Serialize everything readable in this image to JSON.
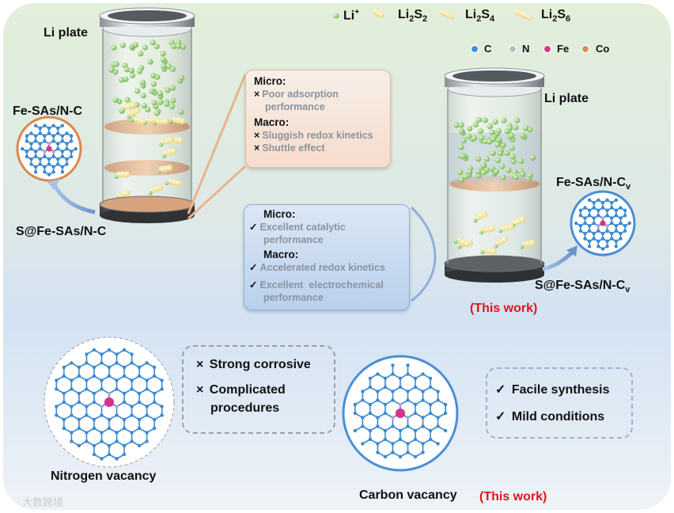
{
  "legend": {
    "li_ion": "Li",
    "li_ion_sup": "+",
    "species": [
      {
        "base": "Li",
        "sub1": "2",
        "mid": "S",
        "sub2": "2"
      },
      {
        "base": "Li",
        "sub1": "2",
        "mid": "S",
        "sub2": "4"
      },
      {
        "base": "Li",
        "sub1": "2",
        "mid": "S",
        "sub2": "6"
      }
    ],
    "atoms": [
      {
        "label": "C",
        "color": "#3a8fd6"
      },
      {
        "label": "N",
        "color": "#b8bcc4"
      },
      {
        "label": "Fe",
        "color": "#d6338a"
      },
      {
        "label": "Co",
        "color": "#d98a4e"
      }
    ]
  },
  "left_cell": {
    "li_plate_label": "Li plate",
    "catalyst_label": "Fe-SAs/N-C",
    "cathode_label": "S@Fe-SAs/N-C",
    "info_box": {
      "micro_title": "Micro:",
      "micro_items": [
        "Poor adsorption",
        "performance"
      ],
      "macro_title": "Macro:",
      "macro_items": [
        "Sluggish redox kinetics",
        "Shuttle effect"
      ]
    }
  },
  "right_cell": {
    "li_plate_label": "Li plate",
    "catalyst_label_base": "Fe-SAs/N-C",
    "catalyst_label_sub": "v",
    "cathode_label_base": "S@Fe-SAs/N-C",
    "cathode_label_sub": "v",
    "this_work": "(This work)",
    "info_box": {
      "micro_title": "Micro:",
      "micro_items": [
        "Excellent catalytic",
        "performance"
      ],
      "macro_title": "Macro:",
      "macro_items": [
        "Accelerated redox kinetics",
        "Excellent  electrochemical",
        "performance"
      ]
    }
  },
  "bottom": {
    "n_vacancy_label": "Nitrogen vacancy",
    "n_items": [
      "Strong corrosive",
      "Complicated",
      "procedures"
    ],
    "c_vacancy_label": "Carbon vacancy",
    "c_this_work": "(This work)",
    "c_items": [
      "Facile synthesis",
      "Mild conditions"
    ]
  },
  "colors": {
    "accent_red": "#e0151b",
    "left_box_bg": "#f9e3d6",
    "right_box_bg": "#c7d9ef",
    "lattice": "#3b8ad0"
  },
  "watermark": "大数跨境"
}
